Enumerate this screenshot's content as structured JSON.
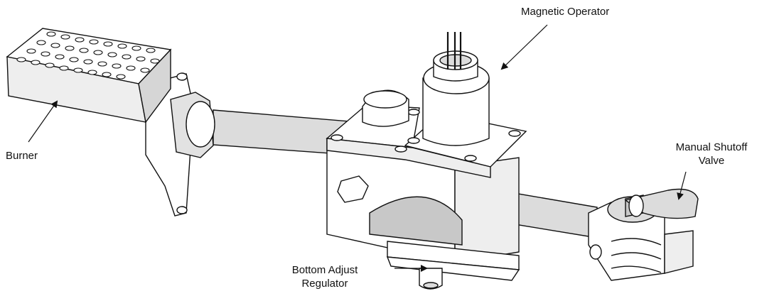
{
  "labels": {
    "magnetic_operator": "Magnetic Operator",
    "burner": "Burner",
    "manual_shutoff_line1": "Manual Shutoff",
    "manual_shutoff_line2": "Valve",
    "bottom_adjust_line1": "Bottom Adjust",
    "bottom_adjust_line2": "Regulator"
  },
  "colors": {
    "stroke": "#111111",
    "pipe_fill": "#dcdcdc",
    "body_fill": "#ffffff",
    "shade_fill": "#c8c8c8"
  }
}
